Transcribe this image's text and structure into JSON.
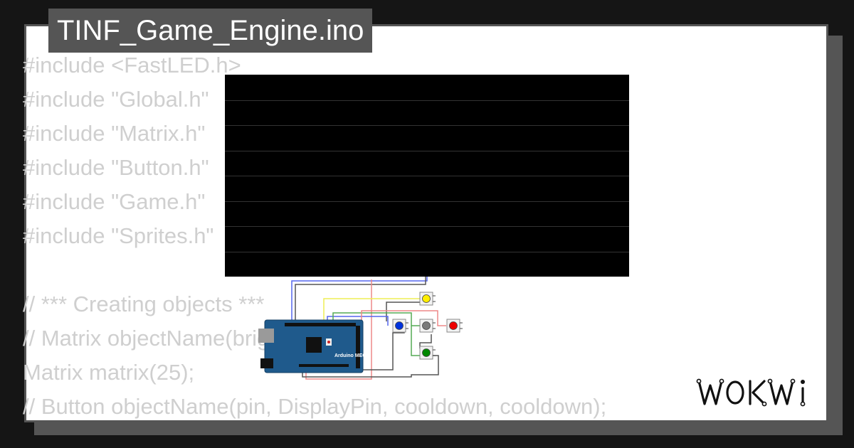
{
  "project": {
    "filename": "TINF_Game_Engine.ino"
  },
  "code_lines": [
    "#include <FastLED.h>",
    "#include \"Global.h\"",
    "#include \"Matrix.h\"",
    "#include \"Button.h\"",
    "#include \"Game.h\"",
    "#include \"Sprites.h\"",
    "",
    "// *** Creating objects ***",
    "// Matrix objectName(brightness);",
    "Matrix matrix(25);",
    "// Button objectName(pin, DisplayPin, cooldown, cooldown);"
  ],
  "board": {
    "label": "Arduino MEGA"
  },
  "buttons": [
    {
      "name": "yellow",
      "color": "#ffee00"
    },
    {
      "name": "blue",
      "color": "#0033dd"
    },
    {
      "name": "gray",
      "color": "#7a7a7a"
    },
    {
      "name": "red",
      "color": "#ee0000"
    },
    {
      "name": "green",
      "color": "#008800"
    }
  ],
  "brand": {
    "logo_text": "WOKWI"
  },
  "colors": {
    "frame": "#555555",
    "background": "#151515",
    "code_text": "#cfcfcf",
    "board": "#1f5a8c"
  }
}
